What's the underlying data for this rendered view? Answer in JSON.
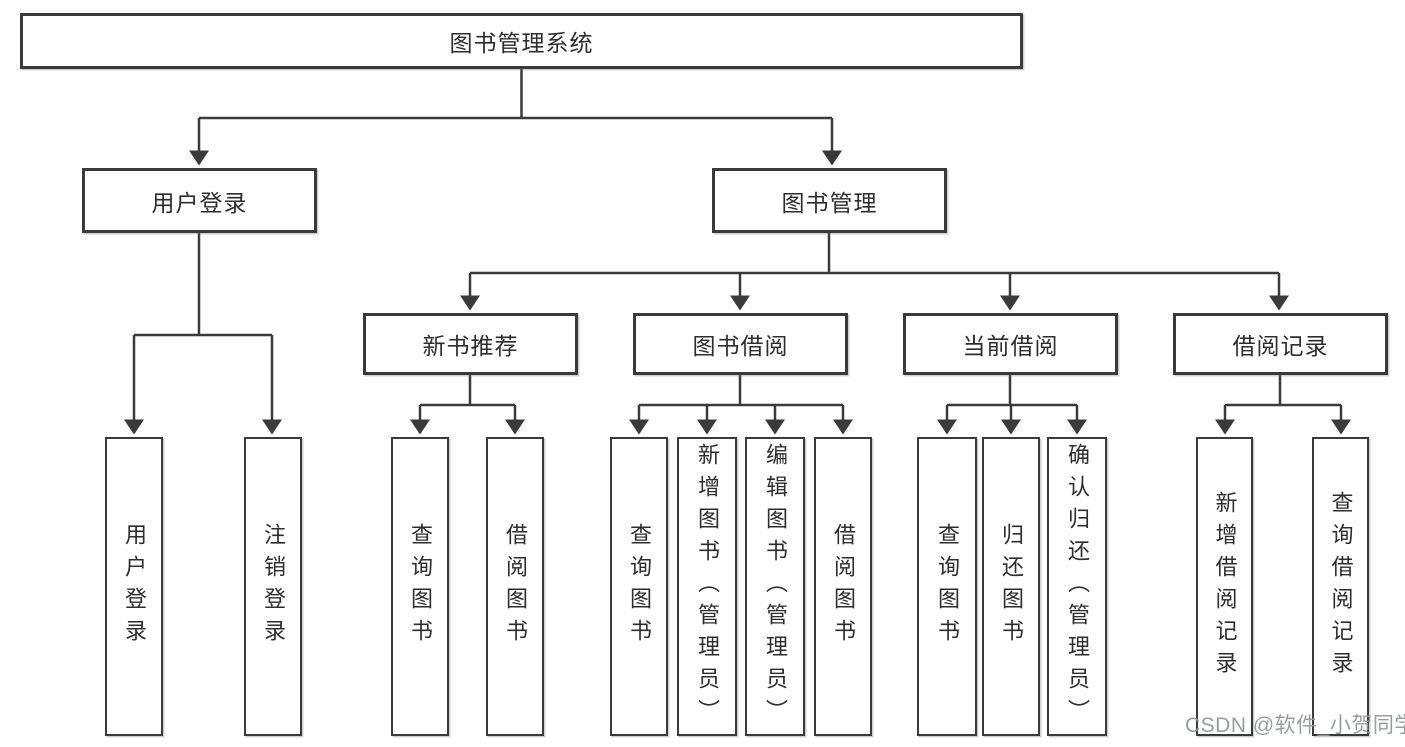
{
  "colors": {
    "line": "#3a3a3a",
    "box_border": "#3a3a3a",
    "text": "#2d2d2d",
    "watermark": "#94989c",
    "background": "#ffffff"
  },
  "watermark": "CSDN @软件_小贺同学",
  "tree": {
    "label": "图书管理系统",
    "children": [
      {
        "label": "用户登录",
        "children": [
          {
            "label": "用户登录"
          },
          {
            "label": "注销登录"
          }
        ]
      },
      {
        "label": "图书管理",
        "children": [
          {
            "label": "新书推荐",
            "children": [
              {
                "label": "查询图书"
              },
              {
                "label": "借阅图书"
              }
            ]
          },
          {
            "label": "图书借阅",
            "children": [
              {
                "label": "查询图书"
              },
              {
                "label": "新增图书（管理员）"
              },
              {
                "label": "编辑图书（管理员）"
              },
              {
                "label": "借阅图书"
              }
            ]
          },
          {
            "label": "当前借阅",
            "children": [
              {
                "label": "查询图书"
              },
              {
                "label": "归还图书"
              },
              {
                "label": "确认归还（管理员）"
              }
            ]
          },
          {
            "label": "借阅记录",
            "children": [
              {
                "label": "新增借阅记录"
              },
              {
                "label": "查询借阅记录"
              }
            ]
          }
        ]
      }
    ]
  }
}
